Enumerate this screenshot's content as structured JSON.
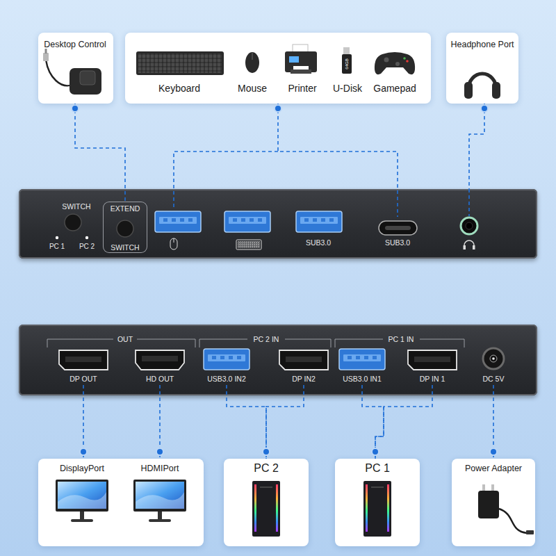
{
  "diagram": {
    "nodes": [
      {
        "text": [
          "Desktop Control"
        ]
      },
      {
        "text": [
          "Keyboard",
          "Mouse",
          "Printer",
          "U-Disk",
          "Gamepad"
        ]
      },
      {
        "text": [
          "Headphone Port"
        ]
      },
      {
        "text": [
          "SWITCH",
          "PC 1",
          "PC 2",
          "SUB3.0"
        ]
      },
      {
        "text": [
          "EXTEND",
          "SWITCH"
        ],
        "in": 3
      },
      {
        "text": [
          "SUB3.0"
        ],
        "in": 3
      },
      {
        "text": [
          "OUT",
          "PC 2 IN",
          "PC 1 IN"
        ]
      },
      {
        "text": [
          "DP OUT"
        ],
        "in": 6
      },
      {
        "text": [
          "HD OUT"
        ],
        "in": 6
      },
      {
        "text": [
          "USB3.0 IN2"
        ],
        "in": 6
      },
      {
        "text": [
          "DP IN2"
        ],
        "in": 6
      },
      {
        "text": [
          "USB3.0 IN1"
        ],
        "in": 6
      },
      {
        "text": [
          "DP IN 1"
        ],
        "in": 6
      },
      {
        "text": [
          "DC 5V"
        ],
        "in": 6
      },
      {
        "text": [
          "DisplayPort",
          "HDMIPort"
        ]
      },
      {
        "text": [
          "PC 2"
        ]
      },
      {
        "text": [
          "PC 1"
        ]
      },
      {
        "text": [
          "Power Adapter"
        ]
      }
    ],
    "edges": [
      {
        "from": 0,
        "to": 4,
        "arrow": "none"
      },
      {
        "from": 1,
        "to": 5,
        "arrow": "none"
      },
      {
        "from": 2,
        "to": 3,
        "arrow": "none"
      },
      {
        "from": 7,
        "to": 14,
        "arrow": "none"
      },
      {
        "from": 8,
        "to": 14,
        "arrow": "none"
      },
      {
        "from": 9,
        "to": 15,
        "arrow": "none"
      },
      {
        "from": 10,
        "to": 15,
        "arrow": "none"
      },
      {
        "from": 11,
        "to": 16,
        "arrow": "none"
      },
      {
        "from": 12,
        "to": 16,
        "arrow": "none"
      },
      {
        "from": 13,
        "to": 17,
        "arrow": "none"
      }
    ],
    "labels": [
      "64GB"
    ]
  }
}
